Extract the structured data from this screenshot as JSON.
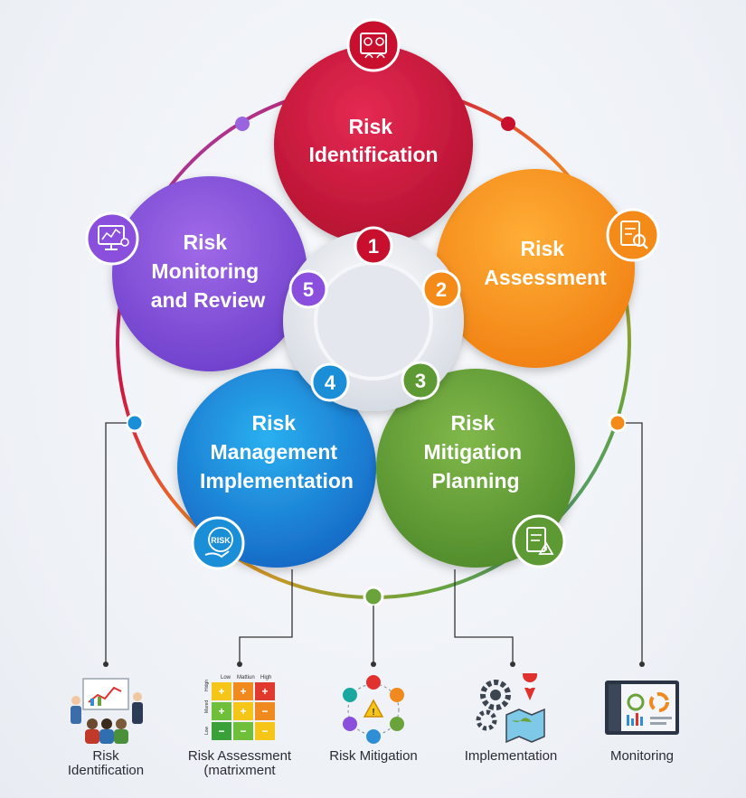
{
  "stages": [
    {
      "number": "1",
      "title_lines": [
        "Risk",
        "Identification"
      ],
      "color": "#d0173f",
      "icon": "analysis-team-icon"
    },
    {
      "number": "2",
      "title_lines": [
        "Risk",
        "Assessment"
      ],
      "color": "#f6921e",
      "icon": "report-magnifier-icon"
    },
    {
      "number": "3",
      "title_lines": [
        "Risk",
        "Mitigation",
        "Planning"
      ],
      "color": "#6aa33a",
      "icon": "plan-warning-icon"
    },
    {
      "number": "4",
      "title_lines": [
        "Risk",
        "Management",
        "Implementation"
      ],
      "color": "#1d8ed8",
      "icon": "risk-handshake-icon"
    },
    {
      "number": "5",
      "title_lines": [
        "Risk",
        "Monitoring",
        "and Review"
      ],
      "color": "#8a4fdc",
      "icon": "monitor-chart-icon"
    }
  ],
  "bottom_items": [
    {
      "label": "Risk\nIdentification",
      "icon": "presentation-icon"
    },
    {
      "label": "Risk Assessment\n(matrixment",
      "icon": "risk-matrix-icon"
    },
    {
      "label": "Risk Mitigation",
      "icon": "mitigation-cycle-icon"
    },
    {
      "label": "Implementation",
      "icon": "gears-map-icon"
    },
    {
      "label": "Monitoring",
      "icon": "dashboard-icon"
    }
  ],
  "matrix": {
    "columns": [
      "Low",
      "Mattiun",
      "High"
    ],
    "rows": [
      "Hidgh",
      "Mared",
      "Low"
    ]
  }
}
